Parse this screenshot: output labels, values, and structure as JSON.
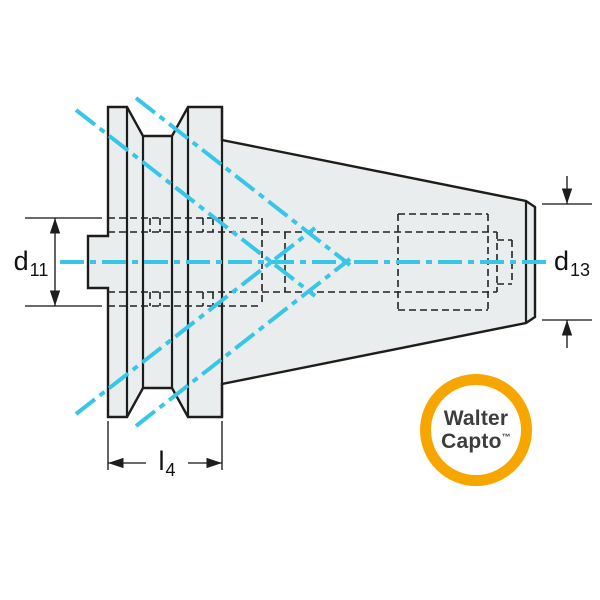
{
  "dimensions": {
    "d11": {
      "base": "d",
      "sub": "11"
    },
    "d13": {
      "base": "d",
      "sub": "13"
    },
    "l4": {
      "base": "l",
      "sub": "4"
    }
  },
  "logo": {
    "line1": "Walter",
    "line2": "Capto",
    "tm": "™"
  },
  "colors": {
    "centerline_cyan": "#38c6e8",
    "logo_orange": "#F7A600",
    "body_fill": "#e9edee",
    "line_black": "#1d1d1b"
  }
}
